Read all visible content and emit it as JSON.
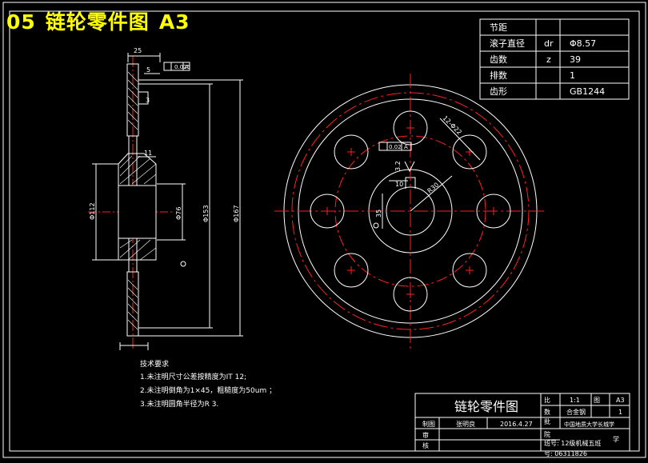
{
  "heading": {
    "code": "05",
    "title": "链轮零件图",
    "sheet": "A3"
  },
  "param_table": {
    "rows": [
      {
        "name": "节距",
        "symbol": "",
        "value": ""
      },
      {
        "name": "滚子直径",
        "symbol": "dr",
        "value": "Φ8.57"
      },
      {
        "name": "齿数",
        "symbol": "z",
        "value": "39"
      },
      {
        "name": "排数",
        "symbol": "",
        "value": "1"
      },
      {
        "name": "齿形",
        "symbol": "",
        "value": "GB1244"
      }
    ]
  },
  "section_view": {
    "dims": {
      "top_width": "25",
      "tolerance_frame": "0.025",
      "datum_ref": "A",
      "top_offset": "5",
      "width_11": "11",
      "dia_112": "Φ112",
      "dia_76": "Φ76",
      "dia_153": "Φ153",
      "dia_167": "Φ167",
      "right_3": "3"
    }
  },
  "front_view": {
    "dims": {
      "hole_callout": "12-Φ22",
      "tol_frame": "0.02",
      "datum": "A",
      "v32": "3.2",
      "key_width": "10",
      "r_label": "R30",
      "sf_mark": "35"
    }
  },
  "notes": {
    "title": "技术要求",
    "items": [
      "1.未注明尺寸公差按精度为IT 12;",
      "2.未注明倒角为1×45，粗糙度为50um ；",
      "3.未注明圆角半径为R 3."
    ]
  },
  "title_block": {
    "drawing_name": "链轮零件图",
    "scale_label": "比",
    "scale": "1:1",
    "size_label": "图",
    "size": "A3",
    "qty_label": "数",
    "material": "合金钢",
    "qty": "1",
    "draw_label": "制图",
    "designer": "张明良",
    "date": "2016.4.27",
    "school": "中国地质大学长城学",
    "check_label": "审",
    "approve_label": "核",
    "review_label": "批",
    "major_label": "院",
    "class_info": "班号: 12级机械五班",
    "student_label": "学",
    "student_id": "号: 06311826"
  },
  "colors": {
    "background": "#000000",
    "lines": "#ffffff",
    "center_lines": "#ff2020",
    "heading": "#ffff00"
  }
}
